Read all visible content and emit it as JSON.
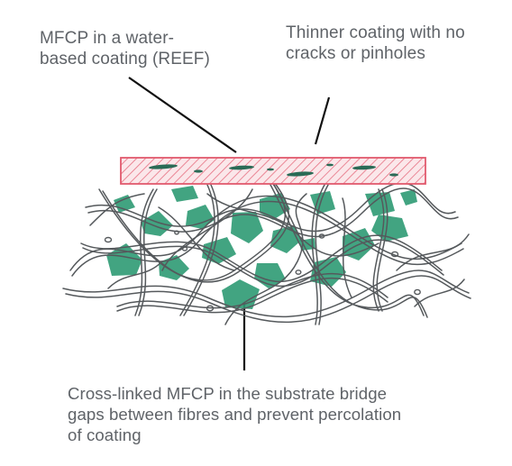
{
  "labels": {
    "coating": [
      "MFCP in a water-",
      "based coating (REEF)"
    ],
    "thinner": [
      "Thinner coating with no",
      "cracks or pinholes"
    ],
    "crosslinked": [
      "Cross-linked MFCP in the substrate bridge",
      "gaps between fibres and prevent percolation",
      "of coating"
    ]
  },
  "colors": {
    "text": "#5f6368",
    "coating_stroke": "#e25a6e",
    "coating_fill": "#fbe7ea",
    "mfcp_green": "#2e9a73",
    "fibre": "#55595c"
  }
}
